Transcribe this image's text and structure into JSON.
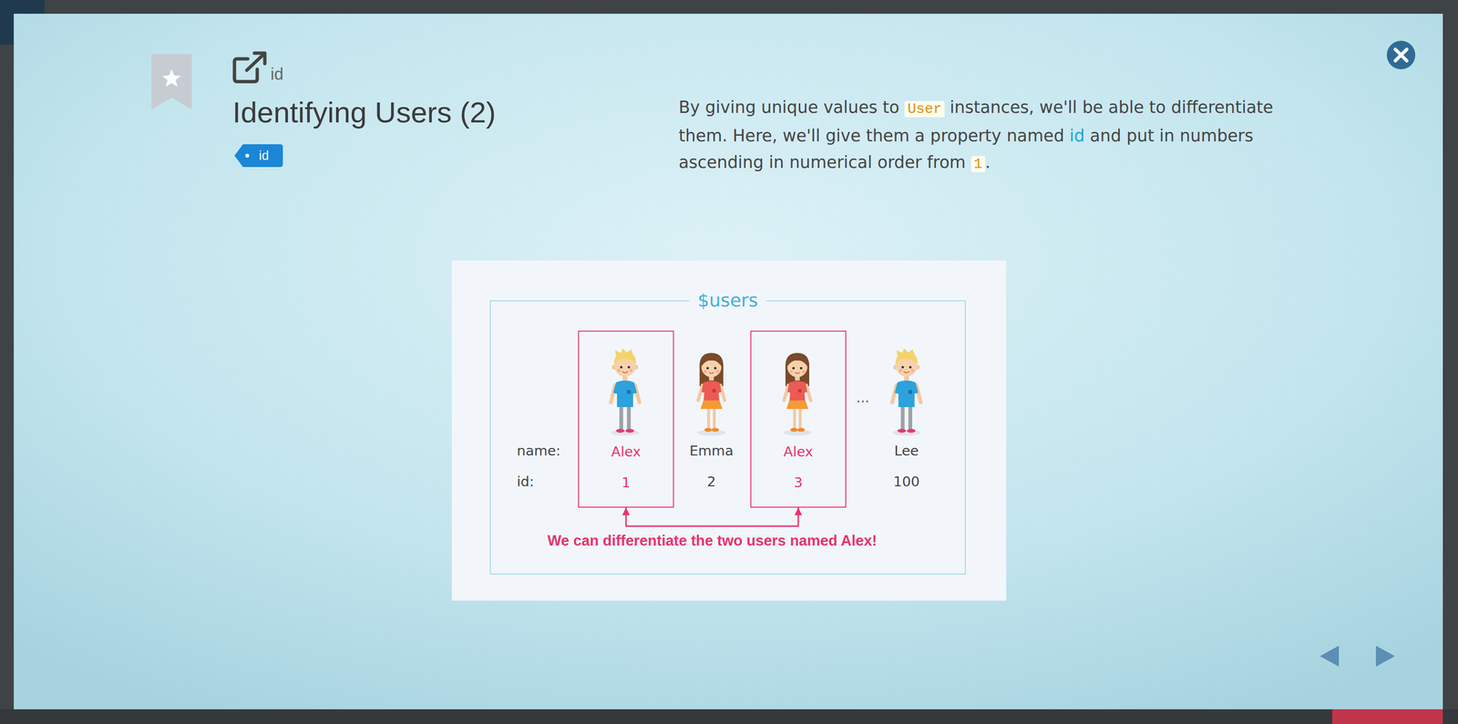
{
  "diagram": {
    "title": "Identifying Users (2)",
    "nodes": [
      {
        "text": [
          "$users"
        ]
      },
      {
        "text": [
          "Alex",
          "1"
        ],
        "in": 0
      },
      {
        "text": [
          "Alex",
          "3"
        ],
        "in": 0
      }
    ],
    "edges": [
      {
        "from": 1,
        "to": 2,
        "arrow": "both",
        "label": "We can differentiate the two users named Alex!"
      }
    ],
    "labels": [
      "id",
      "id",
      "By giving unique values to ",
      "User",
      " instances, we'll be able to differentiate them. Here, we'll give them a property named ",
      "id",
      " and put in numbers ascending in numerical order from ",
      "1",
      ".",
      "name:",
      "id:",
      "Emma",
      "2",
      "...",
      "Lee",
      "100"
    ]
  }
}
